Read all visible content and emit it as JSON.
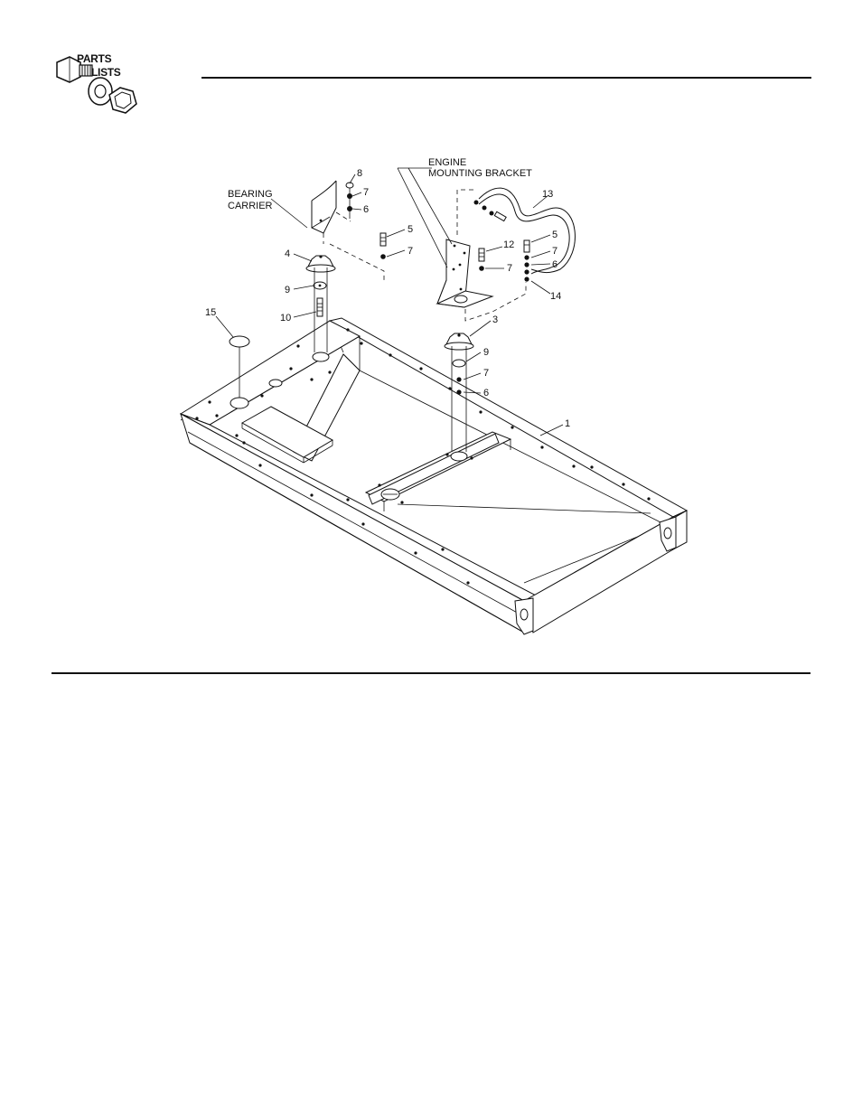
{
  "header": {
    "logo_line1": "PARTS",
    "logo_line2": "LISTS"
  },
  "labels": {
    "bearing_carrier_1": "BEARING",
    "bearing_carrier_2": "CARRIER",
    "engine_bracket_1": "ENGINE",
    "engine_bracket_2": "MOUNTING BRACKET"
  },
  "callouts": {
    "c1": "1",
    "c3": "3",
    "c4": "4",
    "c5a": "5",
    "c5b": "5",
    "c6a": "6",
    "c6b": "6",
    "c6c": "6",
    "c7a": "7",
    "c7b": "7",
    "c7c": "7",
    "c7d": "7",
    "c7e": "7",
    "c8": "8",
    "c9a": "9",
    "c9b": "9",
    "c10": "10",
    "c12": "12",
    "c13": "13",
    "c14": "14",
    "c15": "15"
  }
}
